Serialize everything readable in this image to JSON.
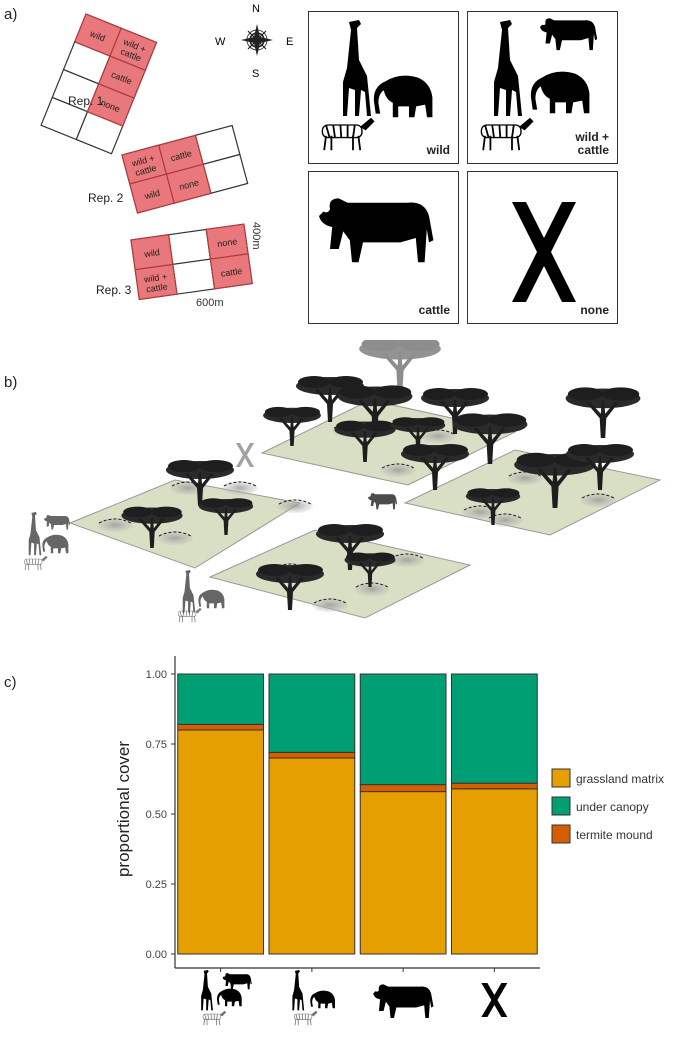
{
  "panel_letters": {
    "a": "a)",
    "b": "b)",
    "c": "c)"
  },
  "compass": {
    "n": "N",
    "s": "S",
    "e": "E",
    "w": "W"
  },
  "reps": [
    {
      "label": "Rep. 1",
      "plots": [
        "wild",
        "wild +\ncattle",
        "cattle",
        "none"
      ]
    },
    {
      "label": "Rep. 2",
      "plots": [
        "wild +\ncattle",
        "cattle",
        "wild",
        "none"
      ]
    },
    {
      "label": "Rep. 3",
      "plots": [
        "wild",
        "wild +\ncattle",
        "none",
        "cattle"
      ]
    }
  ],
  "dimensions": {
    "width": "600m",
    "height": "400m"
  },
  "treatment_boxes": [
    {
      "label": "wild",
      "icons": [
        "giraffe-icon",
        "elephant-icon",
        "zebra-icon"
      ]
    },
    {
      "label": "wild +\ncattle",
      "icons": [
        "giraffe-icon",
        "cow-icon",
        "elephant-icon",
        "zebra-icon"
      ]
    },
    {
      "label": "cattle",
      "icons": [
        "cow-icon"
      ]
    },
    {
      "label": "none",
      "icons": [
        "x-mark-icon"
      ]
    }
  ],
  "colors": {
    "plot_fill": "#e8787b",
    "plot_border": "#b23a3e",
    "grassland_matrix": "#e69f00",
    "under_canopy": "#009e73",
    "termite_mound": "#d55e00",
    "landscape": "#d9dfc4"
  },
  "chart_data": {
    "type": "bar",
    "stacked": true,
    "ylabel": "proportional cover",
    "ylim": [
      0,
      1
    ],
    "yticks": [
      "0.00",
      "0.25",
      "0.50",
      "0.75",
      "1.00"
    ],
    "categories": [
      "wild + cattle",
      "wild",
      "cattle",
      "none"
    ],
    "category_icons": [
      [
        "giraffe-icon",
        "cow-icon",
        "elephant-icon",
        "zebra-icon"
      ],
      [
        "giraffe-icon",
        "elephant-icon",
        "zebra-icon"
      ],
      [
        "cow-icon"
      ],
      [
        "x-mark-icon"
      ]
    ],
    "series": [
      {
        "name": "grassland matrix",
        "values": [
          0.8,
          0.7,
          0.58,
          0.59
        ]
      },
      {
        "name": "termite mound",
        "values": [
          0.02,
          0.02,
          0.025,
          0.02
        ]
      },
      {
        "name": "under canopy",
        "values": [
          0.18,
          0.28,
          0.395,
          0.39
        ]
      }
    ],
    "legend": [
      "grassland matrix",
      "under canopy",
      "termite mound"
    ],
    "legend_position": "right",
    "grid": false
  }
}
